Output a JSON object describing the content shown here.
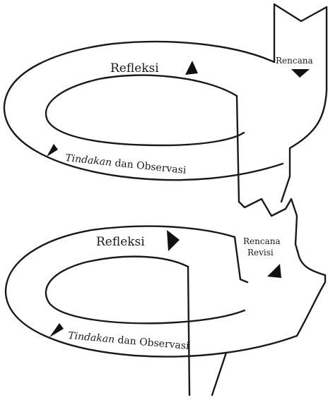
{
  "cycles": [
    {
      "reflection_label": "Refleksi",
      "plan_label": "Rencana",
      "plan_label_line2": "",
      "action_label_italic": "Tindakan",
      "action_label_rest": " dan Observasi"
    },
    {
      "reflection_label": "Refleksi",
      "plan_label": "Rencana",
      "plan_label_line2": "Revisi",
      "action_label_italic": "Tindakan",
      "action_label_rest": " dan Observasi"
    }
  ],
  "colors": {
    "stroke": "#1a1a1a",
    "arrow": "#111111",
    "background": "#ffffff"
  }
}
